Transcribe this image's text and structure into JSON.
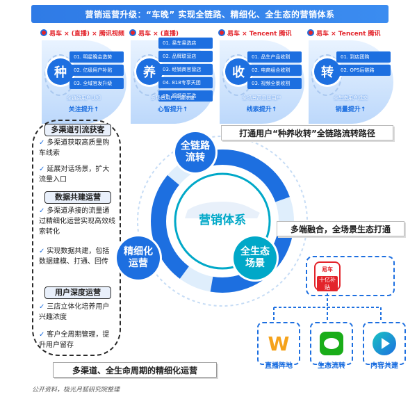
{
  "banner": "营销运营升级：“车晚” 实现全链路、精细化、全生态的营销体系",
  "stages": [
    {
      "char": "种",
      "brands": "易车 × (直播) × 腾讯视频",
      "items": [
        "01. 明星晚会造势",
        "02. 亿级用户补贴",
        "03. 全域官发升级"
      ],
      "note": "全链路用户认知",
      "caption": "关注提升↑"
    },
    {
      "char": "养",
      "brands": "易车 × (直播)",
      "items": [
        "01. 易车易选店",
        "02. 品牌联营店",
        "03. 经销商官营店",
        "04. 818专享天团",
        "05. 视频号互选"
      ],
      "note": "多场景用户兴趣浓度",
      "caption": "心智提升↑"
    },
    {
      "char": "收",
      "brands": "易车 × Tencent 腾讯",
      "items": [
        "01. 品生产品收割",
        "02. 电商组合收割",
        "03. 视频全景收割"
      ],
      "note": "全场景高意愿用户",
      "caption": "线索提升↑"
    },
    {
      "char": "转",
      "brands": "易车 × Tencent 腾讯",
      "items": [
        "01. 到店团购",
        "02. OPS后链路"
      ],
      "note": "全生态用户成交",
      "caption": "销量提升↑"
    }
  ],
  "panel": {
    "sections": [
      {
        "title": "多渠道引流获客",
        "items": [
          "多渠道获取高质量购车线索",
          "延展对话场景，扩大流量入口"
        ]
      },
      {
        "title": "数据共建运营",
        "items": [
          "多渠道承接的流量通过精细化运营实现高效线索转化",
          "实现数据共建，包括数据建模、打通、回传"
        ]
      },
      {
        "title": "用户深度运营",
        "items": [
          "三店立体化培养用户兴趣浓度",
          "客户全周期管理，提升用户留存"
        ]
      }
    ]
  },
  "bottom_caption": "多渠道、全生命周期的精细化运营",
  "source": "公开资料，极光月狐研究院整理",
  "center": {
    "label": "营销体系"
  },
  "nodes": {
    "chain": "全链路流转",
    "fine": "精细化运营",
    "eco": "全生态场景"
  },
  "tags": {
    "chain": "打通用户“种养收转”全链路流转路径",
    "eco": "多端融合，全场景生态打通"
  },
  "eco_tree": {
    "root_brand": "易车",
    "root_badge": "十亿补贴",
    "children": [
      {
        "label": "直播阵地",
        "icon": "live-icon"
      },
      {
        "label": "生态流转",
        "icon": "wechat-icon"
      },
      {
        "label": "内容共建",
        "icon": "video-icon"
      }
    ]
  },
  "colors": {
    "primary": "#1d6fe0",
    "accent": "#00a8c8",
    "red": "#e3242b"
  }
}
